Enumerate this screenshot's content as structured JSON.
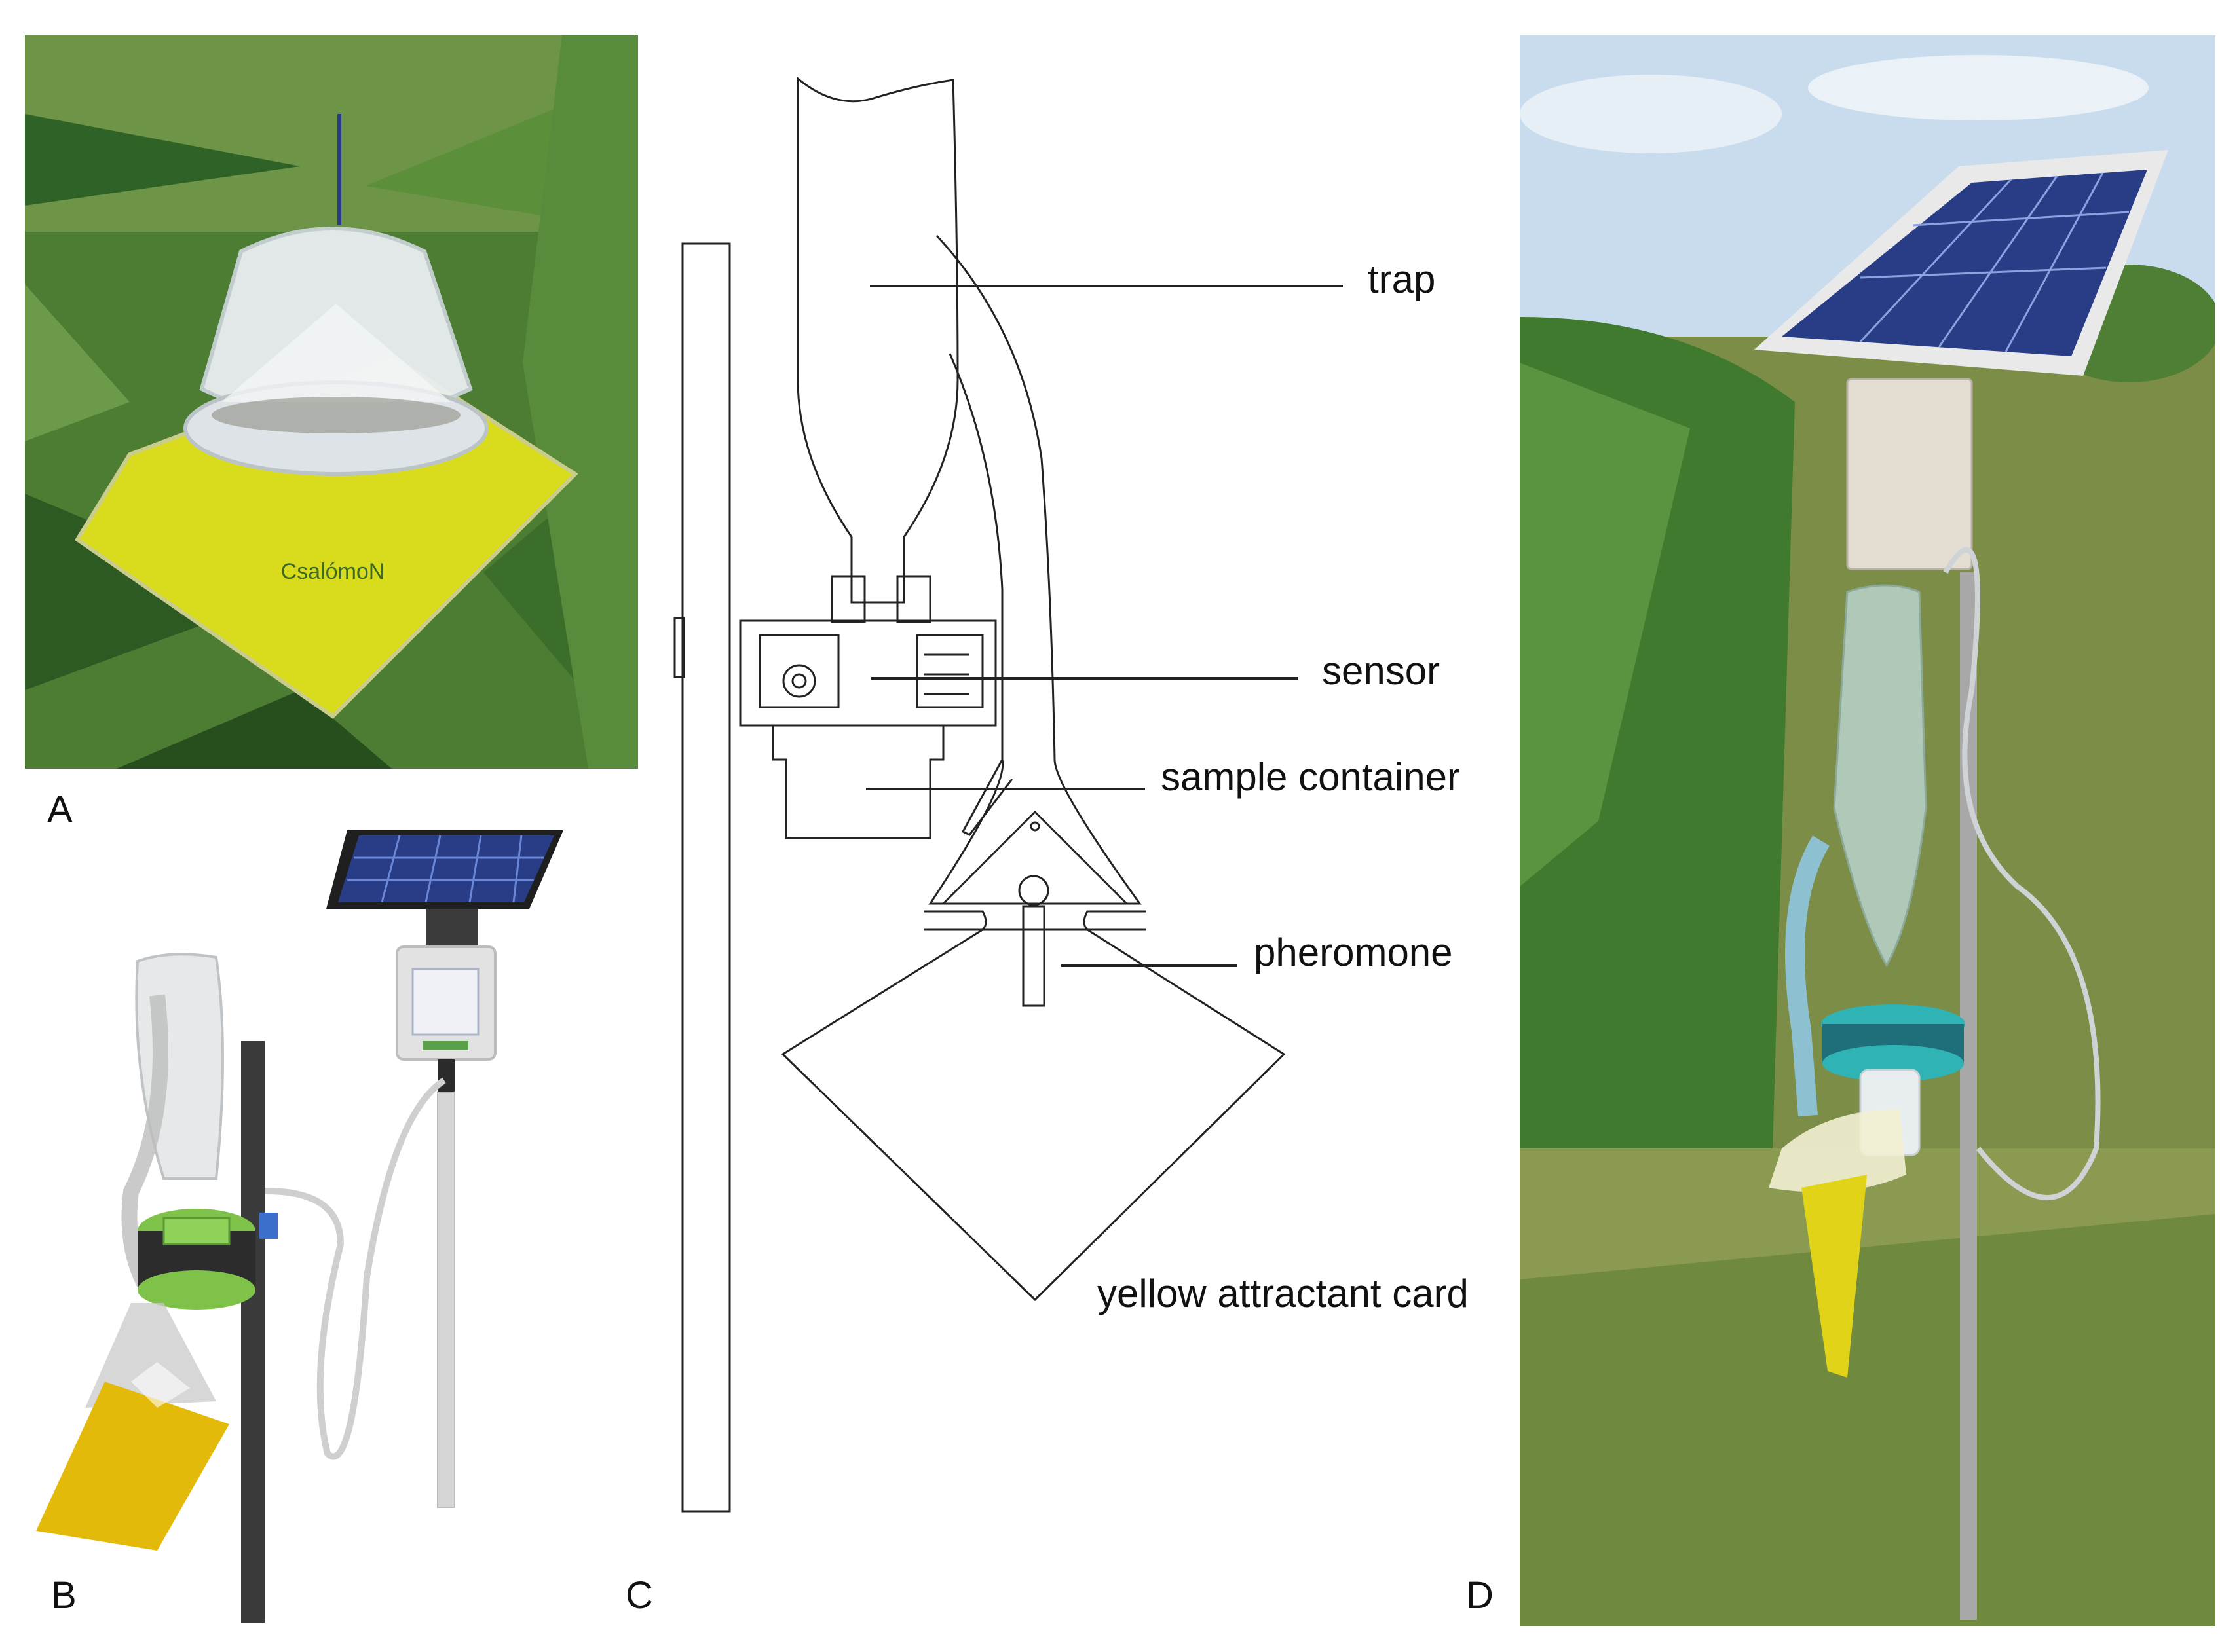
{
  "panels": {
    "a": {
      "label": "A",
      "card_brand": "CsalómoN"
    },
    "b": {
      "label": "B"
    },
    "c": {
      "label": "C"
    },
    "d": {
      "label": "D"
    }
  },
  "callouts": {
    "trap": "trap",
    "sensor": "sensor",
    "sample_container": "sample container",
    "pheromone": "pheromone",
    "yellow_card": "yellow attractant card"
  },
  "colors": {
    "yellow_card": "#d9dc1c",
    "card_yellow_b": "#e3b90a",
    "foliage": "#3f7a2e",
    "sky": "#c9dced",
    "solar_panel": "#283d86",
    "sensor_green": "#7fc24a",
    "sensor_teal": "#2fb3b5",
    "pole": "#3a3a3a"
  },
  "icons": [
    "solar-panel-icon",
    "bottle-trap-icon",
    "funnel-icon"
  ]
}
